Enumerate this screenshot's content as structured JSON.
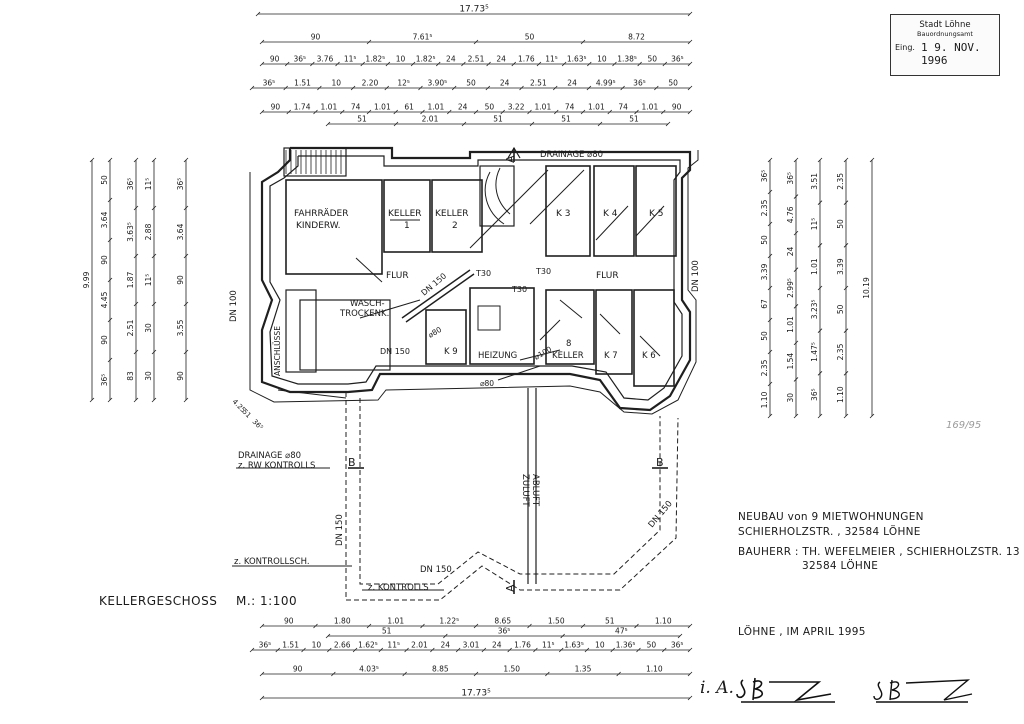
{
  "stamp": {
    "line1": "Stadt Löhne",
    "line2": "Bauordnungsamt",
    "eing": "Eing.",
    "date": "1 9. NOV. 1996"
  },
  "drawing_title": "KELLERGESCHOSS",
  "scale": "M.: 1:100",
  "project": {
    "line1": "NEUBAU von 9 MIETWOHNUNGEN",
    "line2": "SCHIERHOLZSTR. , 32584 LÖHNE",
    "line3": "BAUHERR : TH. WEFELMEIER , SCHIERHOLZSTR. 13",
    "line4": "32584 LÖHNE"
  },
  "place_date": "LÖHNE , IM APRIL 1995",
  "signature_note": "i. A.",
  "side_note": "169/95",
  "rooms": [
    {
      "id": "fahrrad",
      "label": "FAHRRÄDER"
    },
    {
      "id": "kinderw",
      "label": "KINDERW."
    },
    {
      "id": "keller1a",
      "label": "KELLER"
    },
    {
      "id": "keller1b",
      "label": "1"
    },
    {
      "id": "keller2a",
      "label": "KELLER"
    },
    {
      "id": "keller2b",
      "label": "2"
    },
    {
      "id": "k3",
      "label": "K 3"
    },
    {
      "id": "k4",
      "label": "K 4"
    },
    {
      "id": "k5",
      "label": "K 5"
    },
    {
      "id": "flur1",
      "label": "FLUR"
    },
    {
      "id": "flur2",
      "label": "FLUR"
    },
    {
      "id": "t30a",
      "label": "T30"
    },
    {
      "id": "t30b",
      "label": "T30"
    },
    {
      "id": "t30c",
      "label": "T30"
    },
    {
      "id": "wasch",
      "label": "WASCH-"
    },
    {
      "id": "trocken",
      "label": "TROCKENK."
    },
    {
      "id": "anschl",
      "label": "ANSCHLÜSSE"
    },
    {
      "id": "k9",
      "label": "K 9"
    },
    {
      "id": "heizung",
      "label": "HEIZUNG"
    },
    {
      "id": "k8a",
      "label": "8"
    },
    {
      "id": "k8b",
      "label": "KELLER"
    },
    {
      "id": "k7",
      "label": "K 7"
    },
    {
      "id": "k6",
      "label": "K 6"
    }
  ],
  "annotations": [
    {
      "id": "drainage_top",
      "text": "DRAINAGE ⌀80"
    },
    {
      "id": "dn150_diag",
      "text": "DN 150"
    },
    {
      "id": "dn100_left",
      "text": "DN 100"
    },
    {
      "id": "dn100_right",
      "text": "DN 100"
    },
    {
      "id": "dn150_mid",
      "text": "DN 150"
    },
    {
      "id": "phi80_a",
      "text": "⌀80"
    },
    {
      "id": "phi100",
      "text": "⌀100"
    },
    {
      "id": "phi80_b",
      "text": "⌀80"
    },
    {
      "id": "drainage_left",
      "text": "DRAINAGE ⌀80"
    },
    {
      "id": "rw_kontrolls",
      "text": "z. RW KONTROLLS"
    },
    {
      "id": "zuluft",
      "text": "ZULUFT"
    },
    {
      "id": "abluft",
      "text": "ABLUFT"
    },
    {
      "id": "dn150_v",
      "text": "DN 150"
    },
    {
      "id": "dn150_bottom",
      "text": "DN 150"
    },
    {
      "id": "dn150_right",
      "text": "DN 150"
    },
    {
      "id": "kontroll_sch",
      "text": "z. KONTROLLSCH."
    },
    {
      "id": "kontrolls",
      "text": "z. KONTROLLS"
    },
    {
      "id": "sec_a_top",
      "text": "A"
    },
    {
      "id": "sec_a_bot",
      "text": "A"
    },
    {
      "id": "sec_b_left",
      "text": "B"
    },
    {
      "id": "sec_b_right",
      "text": "B"
    }
  ],
  "dimensions": {
    "top": [
      [
        "17.73⁵"
      ],
      [
        "90",
        "7.61⁵",
        "50",
        "8.72"
      ],
      [
        "90",
        "36⁵",
        "3.76",
        "11⁵",
        "1.82⁵",
        "10",
        "1.82⁵",
        "24",
        "2.51",
        "24",
        "1.76",
        "11⁵",
        "1.63⁵",
        "10",
        "1.38⁵",
        "50",
        "36⁵"
      ],
      [
        "36⁵",
        "1.51",
        "10",
        "2.20",
        "12⁵",
        "3.90⁵",
        "50",
        "24",
        "2.51",
        "24",
        "4.99⁵",
        "36⁵",
        "50"
      ],
      [
        "90",
        "1.74",
        "1.01",
        "74",
        "1.01",
        "61",
        "1.01",
        "24",
        "50",
        "3.22",
        "1.01",
        "74",
        "1.01",
        "74",
        "1.01",
        "90"
      ],
      [
        "51",
        "2.01",
        "51",
        "51",
        "51"
      ]
    ],
    "bottom": [
      [
        "90",
        "1.80",
        "1.01",
        "1.22⁵",
        "8.65",
        "1.50",
        "51",
        "1.10"
      ],
      [
        "51",
        "36⁵",
        "47⁵"
      ],
      [
        "36⁵",
        "1.51",
        "10",
        "2.66",
        "1.62⁵",
        "11⁵",
        "2.01",
        "24",
        "3.01",
        "24",
        "1.76",
        "11⁵",
        "1.63⁵",
        "10",
        "1.36⁵",
        "50",
        "36⁵"
      ],
      [
        "90",
        "4.03⁵",
        "8.85",
        "1.50",
        "1.35",
        "1.10"
      ],
      [
        "17.73⁵"
      ]
    ],
    "left": [
      [
        "9.99"
      ],
      [
        "50",
        "3.64",
        "90",
        "4.45",
        "90",
        "36⁵"
      ],
      [
        "36⁵",
        "3.63⁵",
        "1.87",
        "2.51",
        "83"
      ],
      [
        "11⁵",
        "2.88",
        "11⁵",
        "30",
        "30"
      ],
      [
        "36⁵",
        "3.64",
        "90",
        "3.55",
        "90"
      ]
    ],
    "right": [
      [
        "36⁵",
        "2.35",
        "50",
        "3.39",
        "67",
        "50",
        "2.35",
        "1.10"
      ],
      [
        "36⁵",
        "4.76",
        "24",
        "2.99⁵",
        "1.01",
        "1.54",
        "30"
      ],
      [
        "3.51",
        "11⁵",
        "1.01",
        "3.23⁵",
        "1.47⁵",
        "36⁵"
      ],
      [
        "2.35",
        "50",
        "3.39",
        "50",
        "2.35",
        "1.10"
      ],
      [
        "10.19"
      ]
    ],
    "diag": [
      "4.25",
      "51",
      "36⁵"
    ]
  }
}
